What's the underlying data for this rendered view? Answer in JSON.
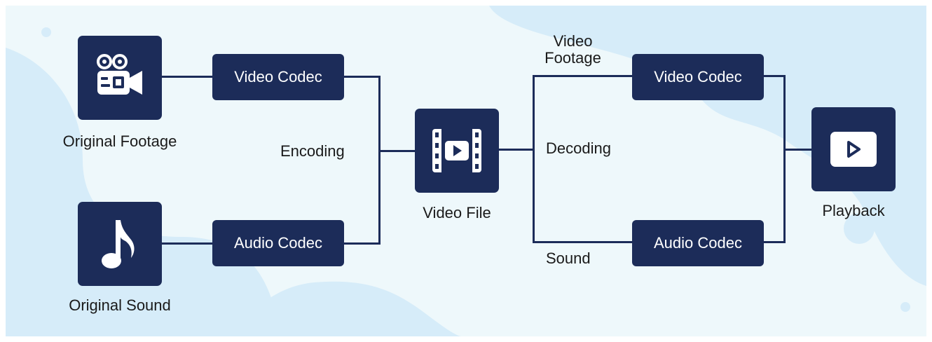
{
  "colors": {
    "accent": "#1c2c59",
    "background": "#eef8fb",
    "blob": "#d6ecf9"
  },
  "sources": {
    "footage": {
      "label": "Original Footage",
      "icon": "video-camera-icon"
    },
    "sound": {
      "label": "Original Sound",
      "icon": "music-note-icon"
    }
  },
  "encoding": {
    "video_codec": "Video Codec",
    "audio_codec": "Audio Codec",
    "label": "Encoding"
  },
  "file": {
    "label": "Video File",
    "icon": "film-strip-icon"
  },
  "decoding": {
    "label": "Decoding",
    "video_branch": "Video\nFootage",
    "audio_branch": "Sound",
    "video_codec": "Video Codec",
    "audio_codec": "Audio Codec"
  },
  "output": {
    "label": "Playback",
    "icon": "play-button-icon"
  }
}
